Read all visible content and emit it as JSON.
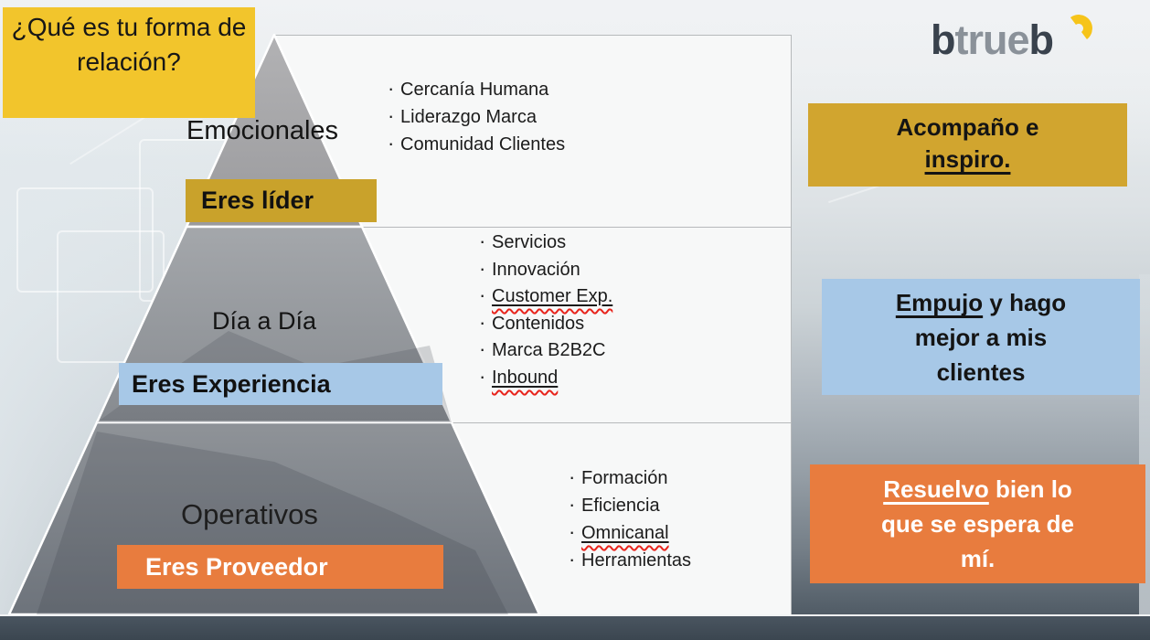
{
  "slide": {
    "question": "¿Qué es tu forma de relación?"
  },
  "logo": {
    "part1": "b",
    "part2": "true",
    "part3": "b"
  },
  "pyramid": {
    "levels": [
      {
        "tier": "Emocionales",
        "role": "Eres líder",
        "bullets": [
          "Cercanía Humana",
          "Liderazgo Marca",
          "Comunidad Clientes"
        ]
      },
      {
        "tier": "Día a Día",
        "role": "Eres Experiencia",
        "bullets": [
          "Servicios",
          "Innovación",
          "Customer Exp.",
          "Contenidos",
          "Marca B2B2C",
          "Inbound"
        ]
      },
      {
        "tier": "Operativos",
        "role": "Eres Proveedor",
        "bullets": [
          "Formación",
          "Eficiencia",
          "Omnicanal",
          "Herramientas"
        ]
      }
    ]
  },
  "callouts": {
    "top": {
      "line1": "Acompaño e",
      "line2_underlined": "inspiro."
    },
    "mid": {
      "line1_underlined": "Empujo",
      "line1_rest": " y hago",
      "line2": "mejor a mis",
      "line3": "clientes"
    },
    "bottom": {
      "line1_underlined": "Resuelvo",
      "line1_rest": " bien lo",
      "line2": "que se espera de",
      "line3": "mí."
    }
  },
  "colors": {
    "yellow_bright": "#f2c52c",
    "gold": "#c9a22b",
    "blue": "#a7c8e7",
    "orange": "#e87c3e",
    "squiggle_red": "#e8241c",
    "bottom_bar": "#3b4650",
    "logo_dark": "#39424d",
    "logo_gray": "#8a9199",
    "logo_yellow": "#f6c41a"
  }
}
